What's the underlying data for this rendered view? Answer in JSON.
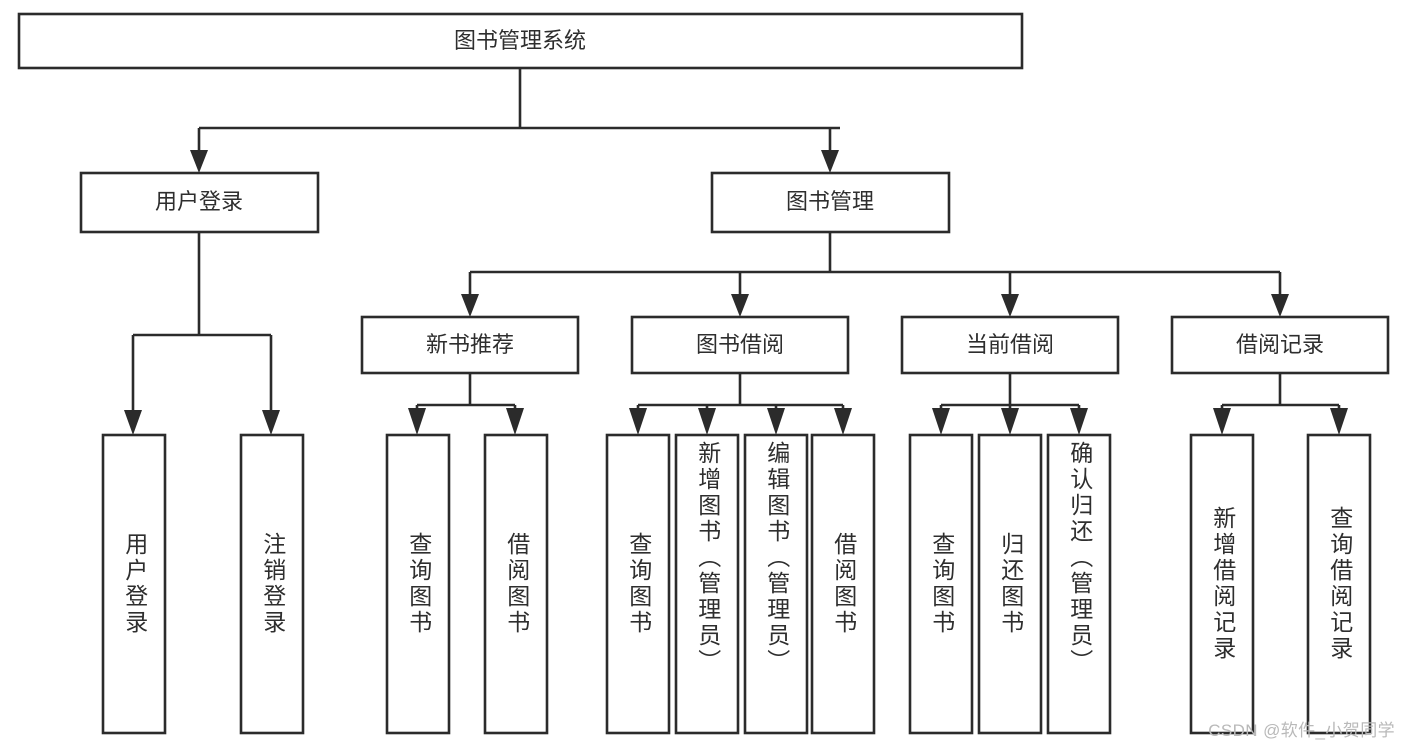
{
  "diagram": {
    "title": "图书管理系统",
    "type": "tree",
    "watermark": "CSDN @软件_小贺同学",
    "colors": {
      "stroke": "#2b2b2b",
      "text": "#2e2e2e",
      "background": "#ffffff",
      "watermark": "#b9b9b9"
    },
    "levels": {
      "root": {
        "label": "图书管理系统"
      },
      "level2": [
        {
          "label": "用户登录"
        },
        {
          "label": "图书管理"
        }
      ],
      "level3": [
        {
          "label": "新书推荐"
        },
        {
          "label": "图书借阅"
        },
        {
          "label": "当前借阅"
        },
        {
          "label": "借阅记录"
        }
      ],
      "leaves": [
        {
          "label": "用户登录",
          "parent": "用户登录"
        },
        {
          "label": "注销登录",
          "parent": "用户登录"
        },
        {
          "label": "查询图书",
          "parent": "新书推荐"
        },
        {
          "label": "借阅图书",
          "parent": "新书推荐"
        },
        {
          "label": "查询图书",
          "parent": "图书借阅"
        },
        {
          "label": "新增图书（管理员）",
          "parent": "图书借阅"
        },
        {
          "label": "编辑图书（管理员）",
          "parent": "图书借阅"
        },
        {
          "label": "借阅图书",
          "parent": "图书借阅"
        },
        {
          "label": "查询图书",
          "parent": "当前借阅"
        },
        {
          "label": "归还图书",
          "parent": "当前借阅"
        },
        {
          "label": "确认归还（管理员）",
          "parent": "当前借阅"
        },
        {
          "label": "新增借阅记录",
          "parent": "借阅记录"
        },
        {
          "label": "查询借阅记录",
          "parent": "借阅记录"
        }
      ]
    }
  }
}
